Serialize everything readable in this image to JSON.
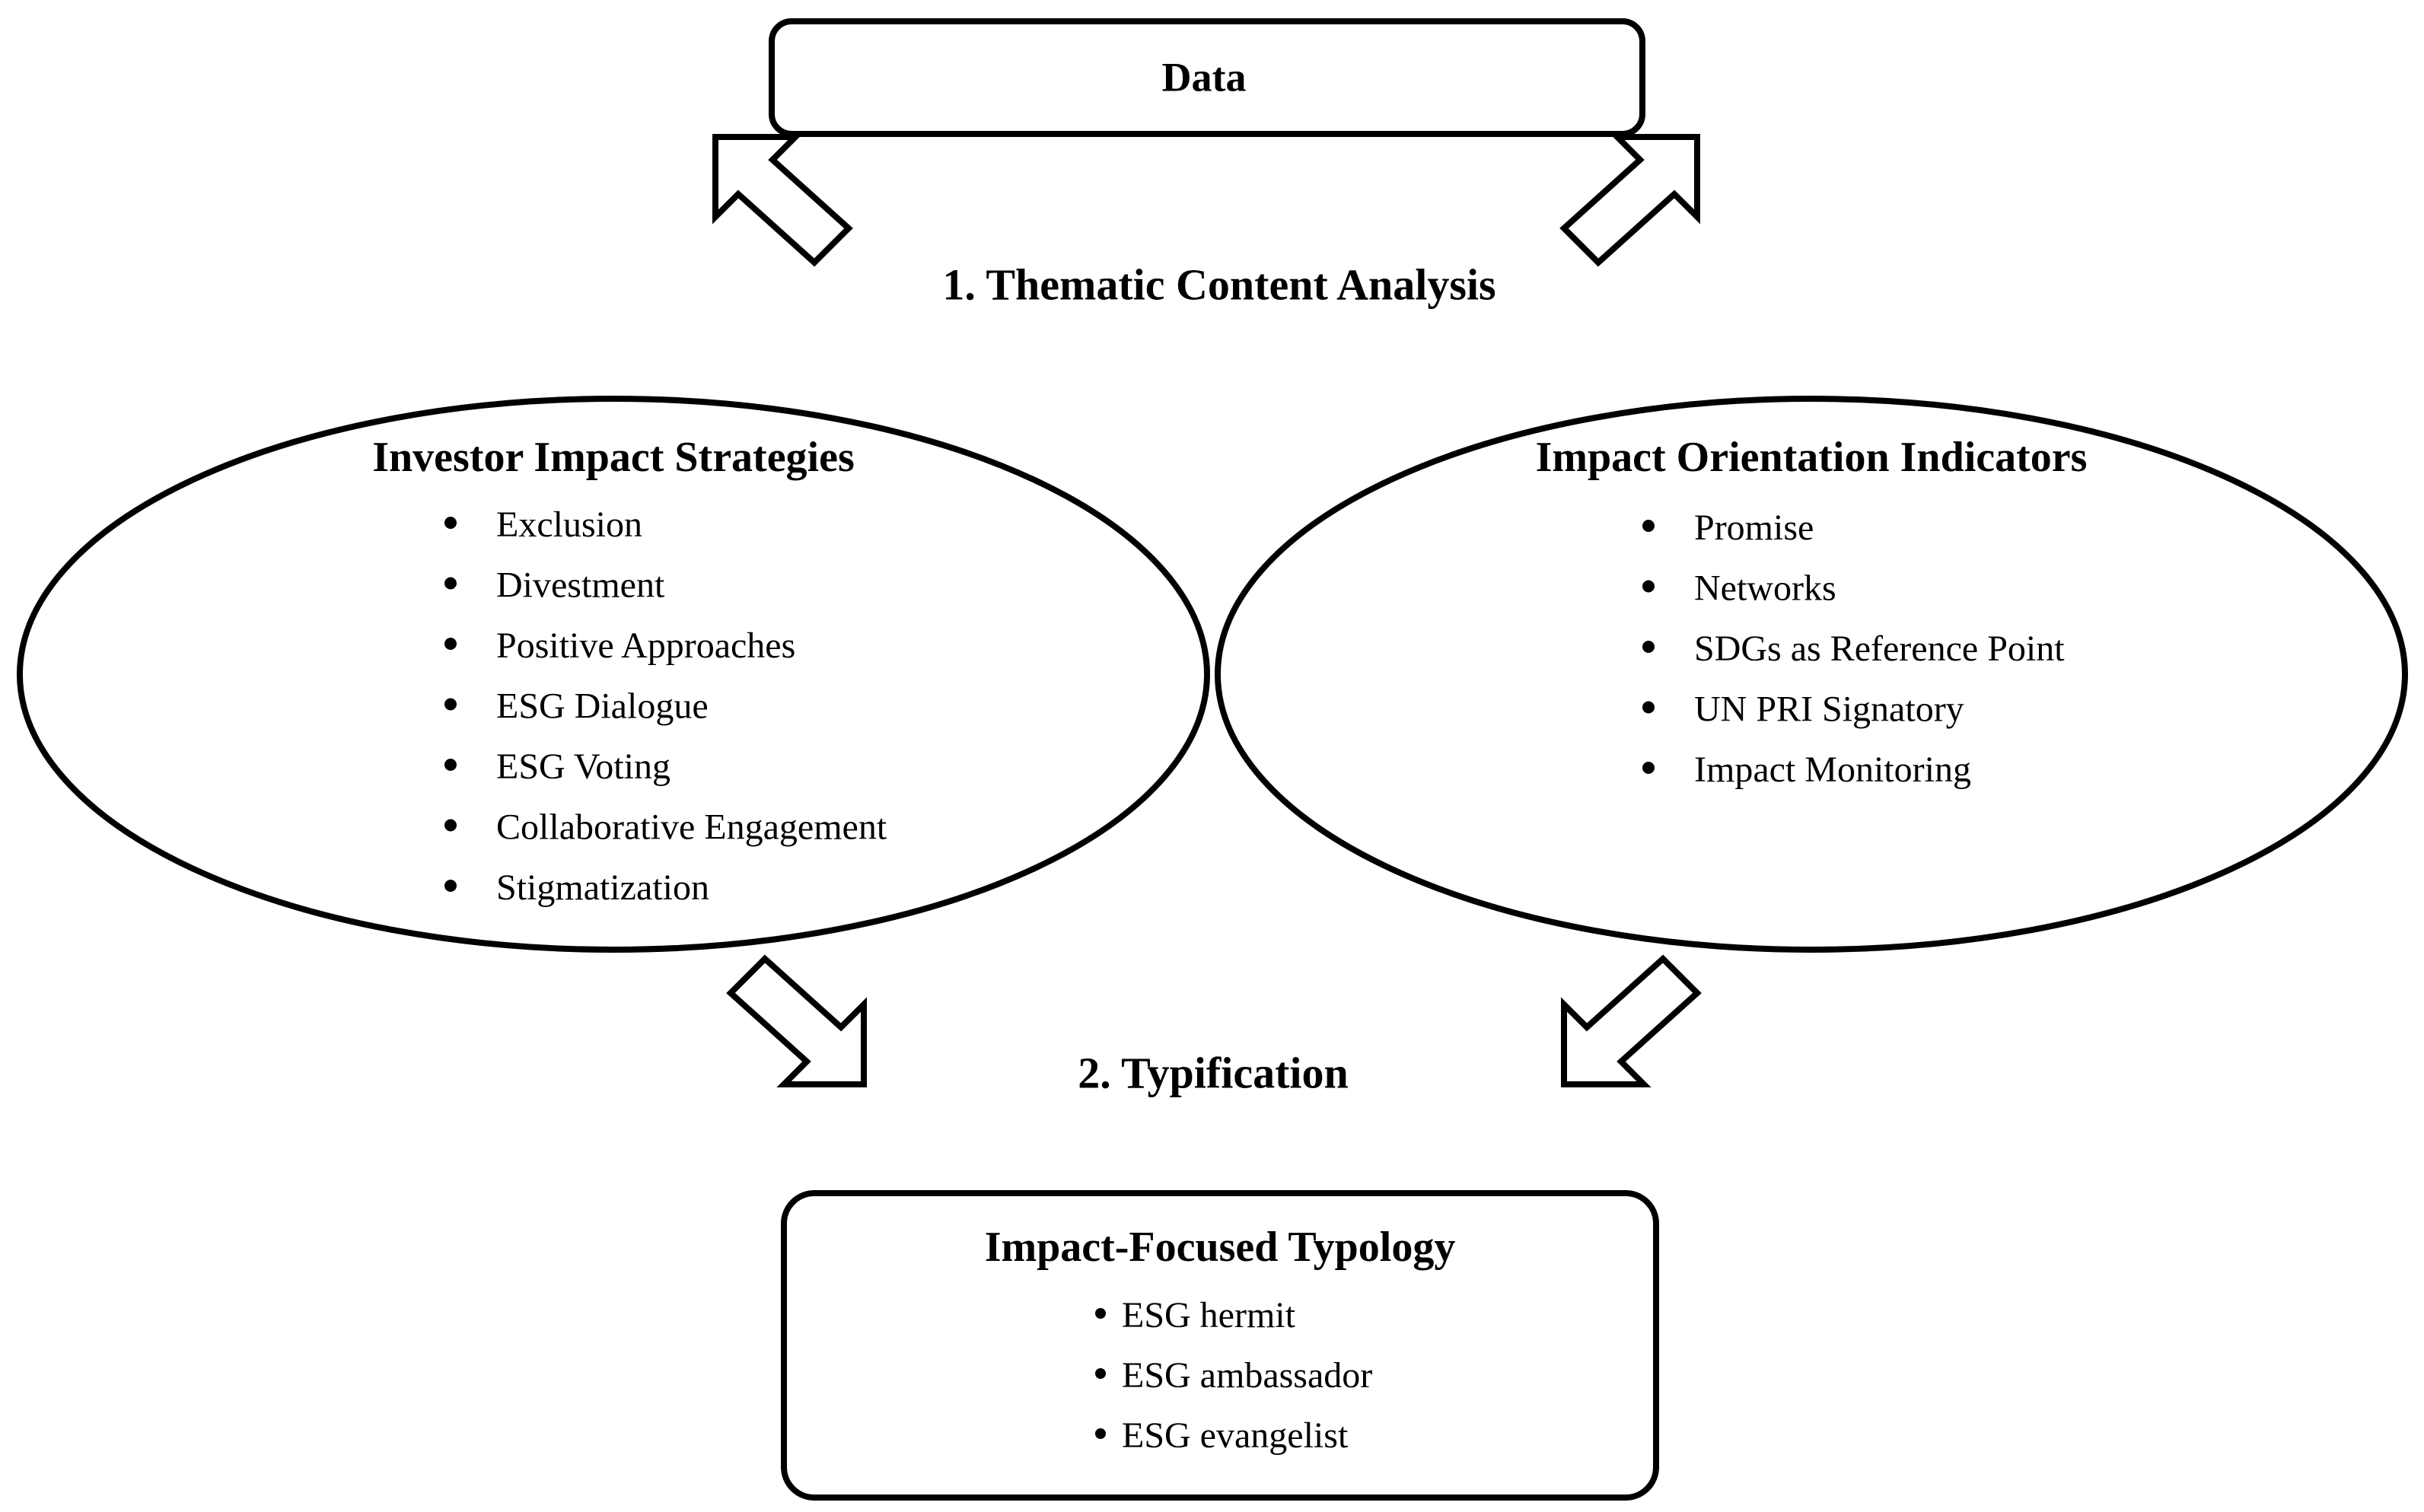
{
  "data_box": {
    "label": "Data"
  },
  "steps": {
    "step1": "1. Thematic Content Analysis",
    "step2": "2. Typification"
  },
  "left_ellipse": {
    "title": "Investor Impact Strategies",
    "items": [
      "Exclusion",
      "Divestment",
      "Positive Approaches",
      "ESG Dialogue",
      "ESG Voting",
      "Collaborative Engagement",
      "Stigmatization"
    ]
  },
  "right_ellipse": {
    "title": "Impact Orientation Indicators",
    "items": [
      "Promise",
      "Networks",
      "SDGs as Reference Point",
      "UN PRI Signatory",
      "Impact Monitoring"
    ]
  },
  "typology_box": {
    "title": "Impact-Focused Typology",
    "items": [
      "ESG hermit",
      "ESG ambassador",
      "ESG evangelist"
    ]
  }
}
